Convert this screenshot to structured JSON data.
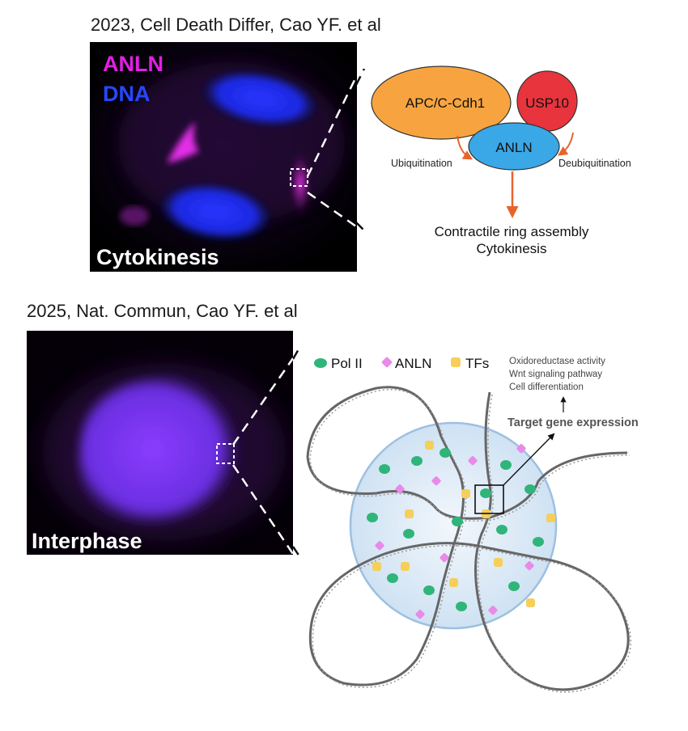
{
  "top": {
    "citation": "2023, Cell Death Differ, Cao YF. et al",
    "legend": {
      "anln": "ANLN",
      "dna": "DNA"
    },
    "phase_label": "Cytokinesis",
    "pathway": {
      "apc": "APC/C-Cdh1",
      "usp10": "USP10",
      "anln": "ANLN",
      "ubiquitination": "Ubiquitination",
      "deubiquitination": "Deubiquitination",
      "outcome_line1": "Contractile ring assembly",
      "outcome_line2": "Cytokinesis"
    }
  },
  "bottom": {
    "citation": "2025, Nat. Commun, Cao YF. et al",
    "phase_label": "Interphase",
    "legend": {
      "pol2": "Pol II",
      "anln": "ANLN",
      "tfs": "TFs"
    },
    "functions": [
      "Oxidoreductase activity",
      "Wnt signaling pathway",
      "Cell differentiation"
    ],
    "target": "Target gene expression"
  },
  "colors": {
    "anln_magenta": "#e020e0",
    "dna_blue": "#2040ff",
    "apc_orange": "#f7a440",
    "usp10_red": "#e8343c",
    "anln_blue": "#3aa7e6",
    "arrow_orange": "#e8632a",
    "pol2_green": "#2fb57a",
    "anln_pink": "#e98ae8",
    "tf_yellow": "#f5cf5a",
    "condensate_blue": "#dbe9f7"
  }
}
